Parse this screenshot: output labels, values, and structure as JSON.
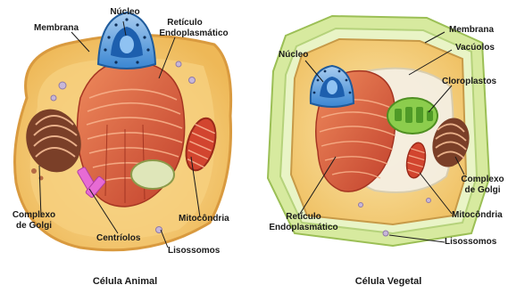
{
  "animal_cell": {
    "caption": "Célula Animal",
    "labels": {
      "nucleus": "Núcleo",
      "membrane": "Membrana",
      "er_line1": "Retículo",
      "er_line2": "Endoplasmático",
      "golgi_line1": "Complexo",
      "golgi_line2": "de Golgi",
      "mitochondria": "Mitocôndria",
      "centrioles": "Centríolos",
      "lysosomes": "Lisossomos"
    }
  },
  "plant_cell": {
    "caption": "Célula Vegetal",
    "labels": {
      "membrane": "Membrana",
      "vacuoles": "Vacúolos",
      "nucleus": "Núcleo",
      "chloroplasts": "Cloroplastos",
      "golgi_line1": "Complexo",
      "golgi_line2": "de Golgi",
      "er_line1": "Retículo",
      "er_line2": "Endoplasmático",
      "mitochondria": "Mitocôndria",
      "lysosomes": "Lisossomos"
    }
  },
  "colors": {
    "cytoplasm": "#f3c872",
    "membrane": "#e8a94a",
    "er": "#d8543a",
    "nucleus": "#2f7fd0",
    "golgi": "#6a3a26",
    "chloroplast": "#7cc243",
    "cell_wall": "#c9e39a"
  }
}
